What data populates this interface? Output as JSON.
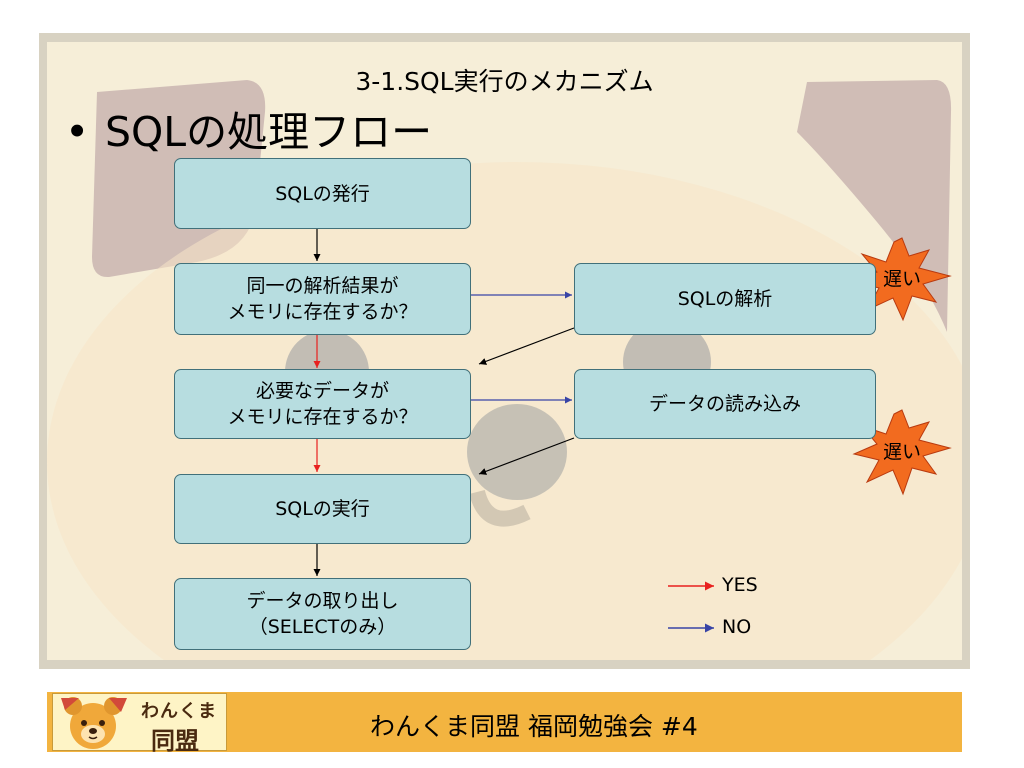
{
  "slide": {
    "title": "3-1.SQL実行のメカニズム",
    "bullet": "•",
    "heading": "SQLの処理フロー"
  },
  "flow": {
    "issue": "SQLの発行",
    "check_parse": "同一の解析結果が\nメモリに存在するか？",
    "check_data": "必要なデータが\nメモリに存在するか？",
    "execute": "SQLの実行",
    "fetch": "データの取り出し\n（SELECTのみ）",
    "parse": "SQLの解析",
    "read": "データの読み込み",
    "slow_label_1": "遅い",
    "slow_label_2": "遅い"
  },
  "legend": {
    "yes_label": "YES",
    "no_label": "NO",
    "yes_color": "#e8211f",
    "no_color": "#3844a6"
  },
  "footer": {
    "logo_top": "わんくま",
    "logo_bottom": "同盟",
    "text": "わんくま同盟 福岡勉強会 #4"
  },
  "colors": {
    "box_fill": "#b7dde0",
    "box_border": "#41707a",
    "burst_fill": "#f26b1f",
    "slide_bg": "#f6eed8",
    "footer_bg": "#f3b440"
  }
}
